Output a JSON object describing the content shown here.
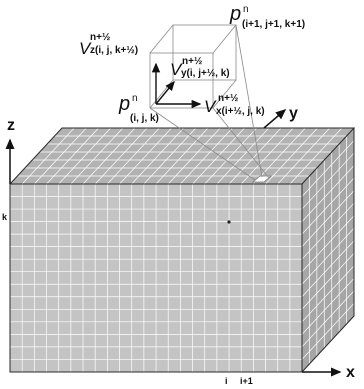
{
  "labels": {
    "p_top": "p",
    "p_top_sup": "n",
    "p_top_sub": "(i+1, j+1, k+1)",
    "p_base": "p",
    "p_base_sup": "n",
    "p_base_sub": "(i, j, k)",
    "vz": "V",
    "vz_sup": "n+½",
    "vz_sub": "z(i, j, k+½)",
    "vy": "V",
    "vy_sup": "n+½",
    "vy_sub": "y(i, j+½, k)",
    "vx": "V",
    "vx_sup": "n+½",
    "vx_sub": "x(i+½, j, k)"
  },
  "axes": {
    "z": "z",
    "y": "y",
    "x": "x"
  },
  "ticks": {
    "k": "k",
    "i": "i",
    "i1": "i+1"
  },
  "colors": {
    "front_face": "#c4c4c4",
    "top_face": "#b2b2b2",
    "side_face": "#a6a6a6",
    "grid_line": "#ffffff",
    "edge": "#2a2a2a",
    "leader": "#8a8a8a",
    "axis": "#111111"
  }
}
